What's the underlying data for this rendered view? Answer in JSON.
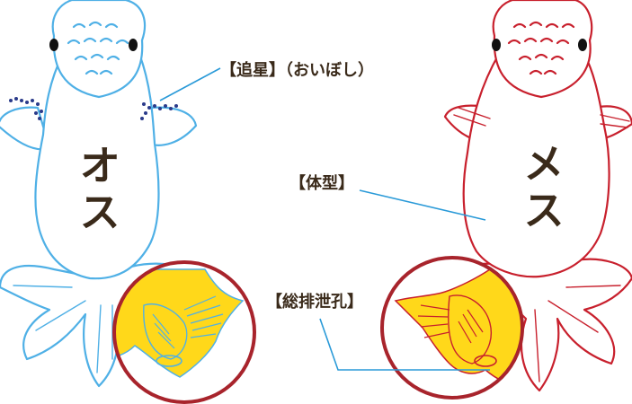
{
  "diagram": {
    "male_label": "オス",
    "female_label": "メス",
    "callouts": {
      "oiboshi": "【追星】（おいぼし）",
      "body_shape": "【体型】",
      "vent": "【総排泄孔】"
    },
    "colors": {
      "male_line": "#4fb0e6",
      "female_line": "#c8202d",
      "vent_fill": "#ffd81a",
      "circle": "#a8242c",
      "leader": "#2a9ad8",
      "text": "#3a2a1a"
    }
  }
}
